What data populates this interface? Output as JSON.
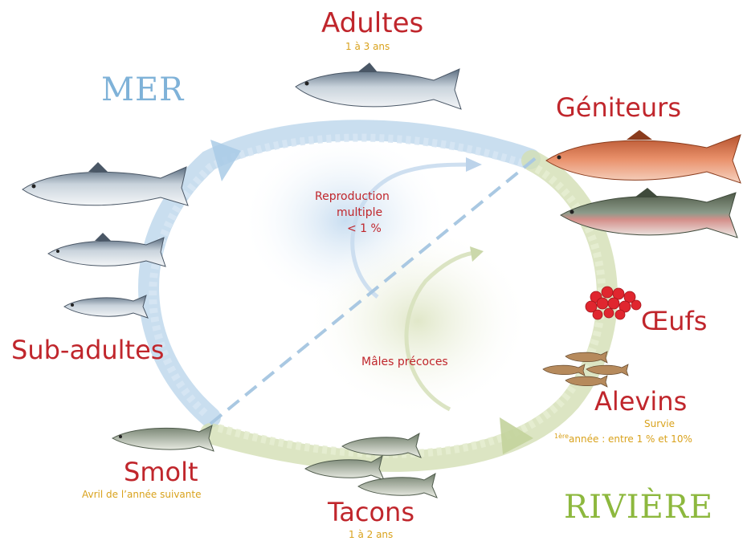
{
  "zones": {
    "sea": "MER",
    "river": "RIVIÈRE"
  },
  "stages": {
    "adults": {
      "title": "Adultes",
      "sub": "1 à 3 ans"
    },
    "spawners": {
      "title": "Géniteurs"
    },
    "eggs": {
      "title": "Œufs"
    },
    "fry": {
      "title": "Alevins",
      "sub1": "Survie",
      "sub2_sup": "1ère",
      "sub2": "année : entre 1 % et 10%"
    },
    "parr": {
      "title": "Tacons",
      "sub": "1 à 2 ans"
    },
    "smolt": {
      "title": "Smolt",
      "sub": "Avril de l’année suivante"
    },
    "subadults": {
      "title": "Sub-adultes"
    }
  },
  "center": {
    "repro_line1": "Reproduction",
    "repro_line2": "multiple",
    "repro_line3": "< 1 %",
    "precocious": "Mâles précoces"
  },
  "colors": {
    "sea_blue": "#aecfe6",
    "river_green": "#cfdcae",
    "title_red": "#c0262c",
    "sub_gold": "#d9a21c",
    "mer_blue": "#7fb2d8",
    "riviere_green": "#8db83e"
  }
}
